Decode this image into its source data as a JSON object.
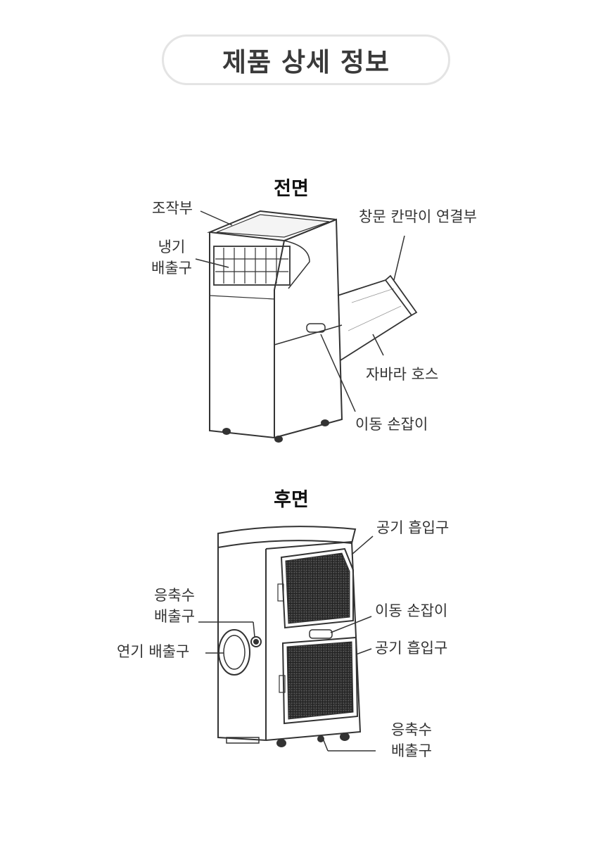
{
  "header": {
    "title": "제품 상세 정보"
  },
  "front": {
    "title": "전면",
    "labels": {
      "control_panel": "조작부",
      "cooling_outlet_1": "냉기",
      "cooling_outlet_2": "배출구",
      "window_kit": "창문 칸막이 연결부",
      "hose": "자바라 호스",
      "handle": "이동 손잡이"
    }
  },
  "rear": {
    "title": "후면",
    "labels": {
      "air_intake_top": "공기 흡입구",
      "handle": "이동 손잡이",
      "air_intake_bottom": "공기 흡입구",
      "condensate_upper_1": "응축수",
      "condensate_upper_2": "배출구",
      "smoke_outlet": "연기 배출구",
      "condensate_lower_1": "응축수",
      "condensate_lower_2": "배출구"
    }
  }
}
